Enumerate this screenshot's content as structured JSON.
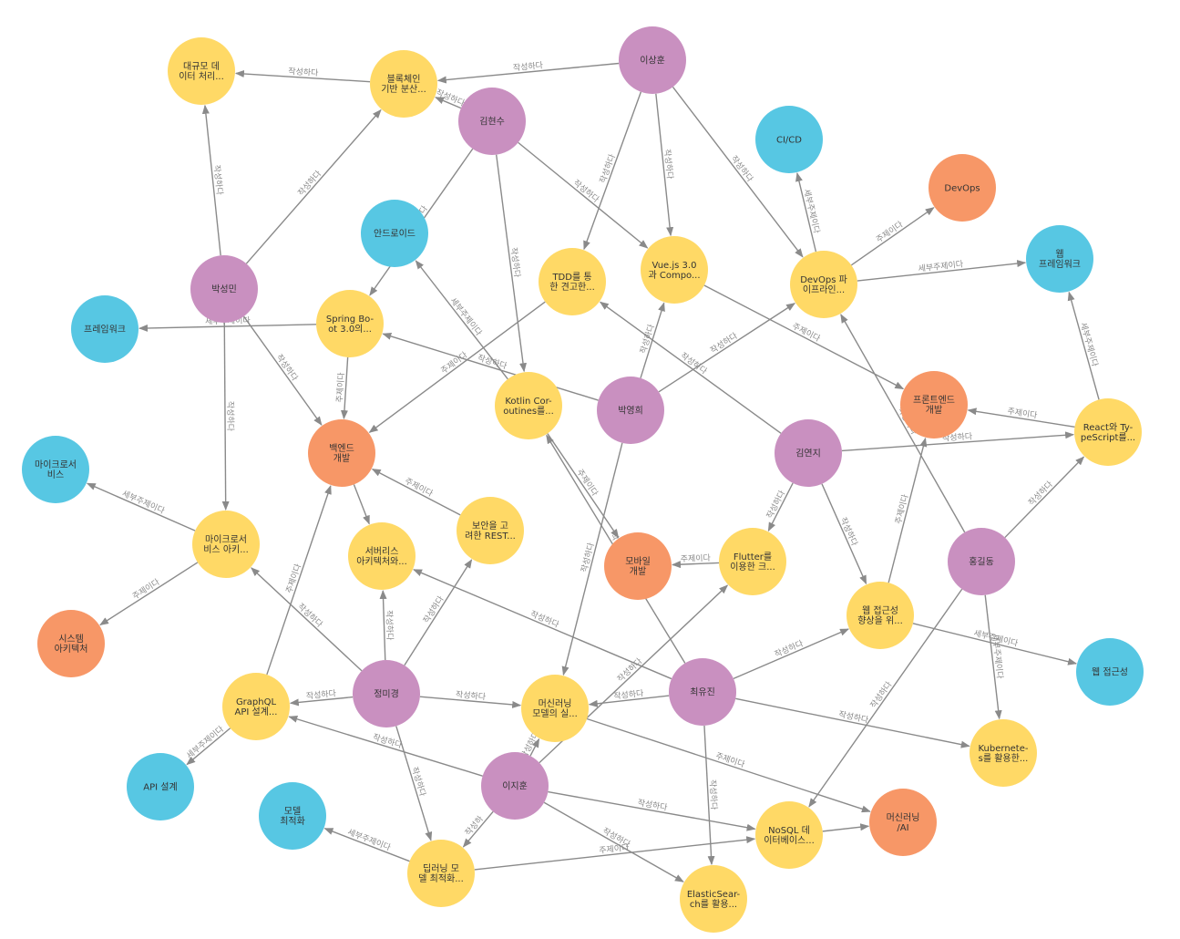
{
  "colors": {
    "person": "#C990C0",
    "content": "#FFD966",
    "topic": "#F79767",
    "subtopic": "#57C7E3",
    "edge": "#8A8A8A"
  },
  "nodes": [
    {
      "id": "lsh",
      "type": "person",
      "label": [
        "이상훈"
      ]
    },
    {
      "id": "khs",
      "type": "person",
      "label": [
        "김현수"
      ]
    },
    {
      "id": "psm",
      "type": "person",
      "label": [
        "박성민"
      ]
    },
    {
      "id": "pyh",
      "type": "person",
      "label": [
        "박영희"
      ]
    },
    {
      "id": "kyj",
      "type": "person",
      "label": [
        "김연지"
      ]
    },
    {
      "id": "hgd",
      "type": "person",
      "label": [
        "홍길동"
      ]
    },
    {
      "id": "jmk",
      "type": "person",
      "label": [
        "정미경"
      ]
    },
    {
      "id": "cyj",
      "type": "person",
      "label": [
        "최유진"
      ]
    },
    {
      "id": "ljh",
      "type": "person",
      "label": [
        "이지훈"
      ]
    },
    {
      "id": "bigdata",
      "type": "content",
      "label": [
        "대규모 데",
        "이터 처리..."
      ]
    },
    {
      "id": "blockchain",
      "type": "content",
      "label": [
        "블록체인",
        "기반 분산..."
      ]
    },
    {
      "id": "tdd",
      "type": "content",
      "label": [
        "TDD를 통",
        "한 견고한..."
      ]
    },
    {
      "id": "vue",
      "type": "content",
      "label": [
        "Vue.js 3.0",
        "과 Compo..."
      ]
    },
    {
      "id": "devops_pipe",
      "type": "content",
      "label": [
        "DevOps 파",
        "이프라인..."
      ]
    },
    {
      "id": "springboot",
      "type": "content",
      "label": [
        "Spring Bo-",
        "ot 3.0의..."
      ]
    },
    {
      "id": "kotlin",
      "type": "content",
      "label": [
        "Kotlin Cor-",
        "outines를..."
      ]
    },
    {
      "id": "react",
      "type": "content",
      "label": [
        "React와 Ty-",
        "peScript를..."
      ]
    },
    {
      "id": "msa_arch",
      "type": "content",
      "label": [
        "마이크로서",
        "비스 아키..."
      ]
    },
    {
      "id": "serverless",
      "type": "content",
      "label": [
        "서버리스",
        "아키텍처와..."
      ]
    },
    {
      "id": "rest",
      "type": "content",
      "label": [
        "보안을 고",
        "려한 REST..."
      ]
    },
    {
      "id": "flutter",
      "type": "content",
      "label": [
        "Flutter를",
        "이용한 크..."
      ]
    },
    {
      "id": "a11y_content",
      "type": "content",
      "label": [
        "웹 접근성",
        "향상을 위..."
      ]
    },
    {
      "id": "graphql",
      "type": "content",
      "label": [
        "GraphQL",
        "API 설계..."
      ]
    },
    {
      "id": "ml_content",
      "type": "content",
      "label": [
        "머신러닝",
        "모델의 실..."
      ]
    },
    {
      "id": "k8s",
      "type": "content",
      "label": [
        "Kubernete-",
        "s를 활용한..."
      ]
    },
    {
      "id": "nosql",
      "type": "content",
      "label": [
        "NoSQL 데",
        "이터베이스..."
      ]
    },
    {
      "id": "dl_opt",
      "type": "content",
      "label": [
        "딥러닝 모",
        "델 최적화..."
      ]
    },
    {
      "id": "elastic",
      "type": "content",
      "label": [
        "ElasticSear-",
        "ch를 활용..."
      ]
    },
    {
      "id": "backend",
      "type": "topic",
      "label": [
        "백엔드",
        "개발"
      ]
    },
    {
      "id": "frontend",
      "type": "topic",
      "label": [
        "프론트엔드",
        "개발"
      ]
    },
    {
      "id": "mobile",
      "type": "topic",
      "label": [
        "모바일",
        "개발"
      ]
    },
    {
      "id": "devops",
      "type": "topic",
      "label": [
        "DevOps"
      ]
    },
    {
      "id": "sysarch",
      "type": "topic",
      "label": [
        "시스템",
        "아키텍처"
      ]
    },
    {
      "id": "mlai",
      "type": "topic",
      "label": [
        "머신러닝",
        "/AI"
      ]
    },
    {
      "id": "cicd",
      "type": "subtopic",
      "label": [
        "CI/CD"
      ]
    },
    {
      "id": "webfw",
      "type": "subtopic",
      "label": [
        "웹",
        "프레임워크"
      ]
    },
    {
      "id": "android",
      "type": "subtopic",
      "label": [
        "안드로이드"
      ]
    },
    {
      "id": "framework",
      "type": "subtopic",
      "label": [
        "프레임워크"
      ]
    },
    {
      "id": "msa",
      "type": "subtopic",
      "label": [
        "마이크로서",
        "비스"
      ]
    },
    {
      "id": "a11y",
      "type": "subtopic",
      "label": [
        "웹 접근성"
      ]
    },
    {
      "id": "apidesign",
      "type": "subtopic",
      "label": [
        "API 설계"
      ]
    },
    {
      "id": "modelopt",
      "type": "subtopic",
      "label": [
        "모델",
        "최적화"
      ]
    }
  ],
  "edges": [
    {
      "from": "lsh",
      "to": "blockchain",
      "label": "작성하다"
    },
    {
      "from": "lsh",
      "to": "tdd",
      "label": "작성하다"
    },
    {
      "from": "lsh",
      "to": "vue",
      "label": "작성하다"
    },
    {
      "from": "lsh",
      "to": "devops_pipe",
      "label": "작성하다"
    },
    {
      "from": "khs",
      "to": "blockchain",
      "label": "작성하다"
    },
    {
      "from": "khs",
      "to": "vue",
      "label": "작성하다"
    },
    {
      "from": "khs",
      "to": "kotlin",
      "label": "작성하다"
    },
    {
      "from": "khs",
      "to": "springboot",
      "label": "작성하다"
    },
    {
      "from": "blockchain",
      "to": "bigdata",
      "label": "작성하다"
    },
    {
      "from": "psm",
      "to": "bigdata",
      "label": "작성하다"
    },
    {
      "from": "psm",
      "to": "blockchain",
      "label": "작성하다"
    },
    {
      "from": "psm",
      "to": "msa_arch",
      "label": "작성하다"
    },
    {
      "from": "psm",
      "to": "backend",
      "label": "작성하다"
    },
    {
      "from": "springboot",
      "to": "framework",
      "label": "세부주제이다"
    },
    {
      "from": "springboot",
      "to": "backend",
      "label": "주제이다"
    },
    {
      "from": "kotlin",
      "to": "android",
      "label": "세부주제이다"
    },
    {
      "from": "kotlin",
      "to": "mobile",
      "label": "주제이다"
    },
    {
      "from": "tdd",
      "to": "backend",
      "label": "주제이다"
    },
    {
      "from": "vue",
      "to": "frontend",
      "label": "주제이다"
    },
    {
      "from": "devops_pipe",
      "to": "cicd",
      "label": "세부주제이다"
    },
    {
      "from": "devops_pipe",
      "to": "devops",
      "label": "주제이다"
    },
    {
      "from": "devops_pipe",
      "to": "webfw",
      "label": "세부주제이다"
    },
    {
      "from": "react",
      "to": "webfw",
      "label": "세부주제이다"
    },
    {
      "from": "react",
      "to": "frontend",
      "label": "주제이다"
    },
    {
      "from": "pyh",
      "to": "springboot",
      "label": "작성하다"
    },
    {
      "from": "pyh",
      "to": "vue",
      "label": "작성하다"
    },
    {
      "from": "pyh",
      "to": "devops_pipe",
      "label": "작성하다"
    },
    {
      "from": "pyh",
      "to": "ml_content",
      "label": "작성하다"
    },
    {
      "from": "kyj",
      "to": "tdd",
      "label": "작성하다"
    },
    {
      "from": "kyj",
      "to": "react",
      "label": "작성하다"
    },
    {
      "from": "kyj",
      "to": "flutter",
      "label": "작성하다"
    },
    {
      "from": "kyj",
      "to": "a11y_content",
      "label": "작성하다"
    },
    {
      "from": "hgd",
      "to": "devops_pipe",
      "label": "작성하다"
    },
    {
      "from": "hgd",
      "to": "react",
      "label": "작성하다"
    },
    {
      "from": "hgd",
      "to": "k8s",
      "label": "세부주제이다"
    },
    {
      "from": "hgd",
      "to": "nosql",
      "label": "작성하다"
    },
    {
      "from": "msa_arch",
      "to": "msa",
      "label": "세부주제이다"
    },
    {
      "from": "msa_arch",
      "to": "sysarch",
      "label": "주제이다"
    },
    {
      "from": "backend",
      "to": "serverless",
      "label": ""
    },
    {
      "from": "rest",
      "to": "backend",
      "label": "주제이다"
    },
    {
      "from": "flutter",
      "to": "mobile",
      "label": "주제이다"
    },
    {
      "from": "a11y_content",
      "to": "frontend",
      "label": "주제이다"
    },
    {
      "from": "a11y_content",
      "to": "a11y",
      "label": "세부주제이다"
    },
    {
      "from": "graphql",
      "to": "apidesign",
      "label": "세부주제이다"
    },
    {
      "from": "graphql",
      "to": "backend",
      "label": "주제이다"
    },
    {
      "from": "jmk",
      "to": "graphql",
      "label": "작성하다"
    },
    {
      "from": "jmk",
      "to": "ml_content",
      "label": "작성하다"
    },
    {
      "from": "jmk",
      "to": "dl_opt",
      "label": "작성하다"
    },
    {
      "from": "jmk",
      "to": "serverless",
      "label": "작성하다"
    },
    {
      "from": "jmk",
      "to": "rest",
      "label": "작성하다"
    },
    {
      "from": "jmk",
      "to": "msa_arch",
      "label": "작성하다"
    },
    {
      "from": "cyj",
      "to": "serverless",
      "label": "작성하다"
    },
    {
      "from": "cyj",
      "to": "kotlin",
      "label": "작성하다"
    },
    {
      "from": "cyj",
      "to": "a11y_content",
      "label": "작성하다"
    },
    {
      "from": "cyj",
      "to": "k8s",
      "label": "작성하다"
    },
    {
      "from": "cyj",
      "to": "elastic",
      "label": "작성하다"
    },
    {
      "from": "cyj",
      "to": "ml_content",
      "label": "작성하다"
    },
    {
      "from": "ljh",
      "to": "graphql",
      "label": "작성하다"
    },
    {
      "from": "ljh",
      "to": "nosql",
      "label": "작성하다"
    },
    {
      "from": "ljh",
      "to": "elastic",
      "label": "작성하다"
    },
    {
      "from": "ljh",
      "to": "dl_opt",
      "label": "작성하"
    },
    {
      "from": "ljh",
      "to": "flutter",
      "label": "작성하다"
    },
    {
      "from": "ljh",
      "to": "ml_content",
      "label": "작성하다"
    },
    {
      "from": "ml_content",
      "to": "mlai",
      "label": "주제이다"
    },
    {
      "from": "nosql",
      "to": "mlai",
      "label": ""
    },
    {
      "from": "dl_opt",
      "to": "modelopt",
      "label": "세부주제이다"
    },
    {
      "from": "dl_opt",
      "to": "nosql",
      "label": "주제이다"
    }
  ]
}
